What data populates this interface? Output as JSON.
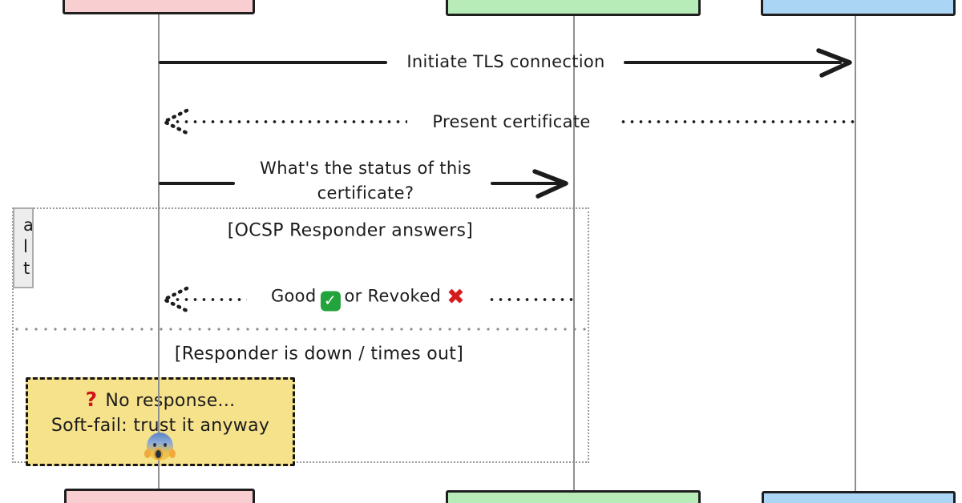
{
  "participants": {
    "left": {
      "fill": "#f9ced0"
    },
    "middle": {
      "fill": "#b7ecb8"
    },
    "right": {
      "fill": "#abd5f4"
    }
  },
  "messages": {
    "initiate_tls": "Initiate TLS connection",
    "present_certificate": "Present certificate",
    "status_question_line1": "What's the status of this",
    "status_question_line2": "certificate?",
    "ocsp_reply_prefix": "Good",
    "ocsp_reply_middle": "or Revoked"
  },
  "alt_frame": {
    "label": "alt",
    "case1_condition": "[OCSP Responder answers]",
    "case2_condition": "[Responder is down / times out]"
  },
  "note": {
    "question_mark": "?",
    "line1": "No response...",
    "line2": "Soft-fail: trust it anyway"
  },
  "icons": {
    "check_glyph": "✓",
    "cross_glyph": "✖",
    "scream_emoji": "😱"
  },
  "colors": {
    "participant_pink": "#f9ced0",
    "participant_green": "#b7ecb8",
    "participant_blue": "#abd5f4",
    "note_yellow": "#f7e28c",
    "status_good_green": "#23a33b",
    "status_revoked_red": "#d31d1d",
    "warning_red": "#cf1717",
    "ink": "#1c1c1c",
    "lifeline_gray": "#8f8f8f"
  }
}
